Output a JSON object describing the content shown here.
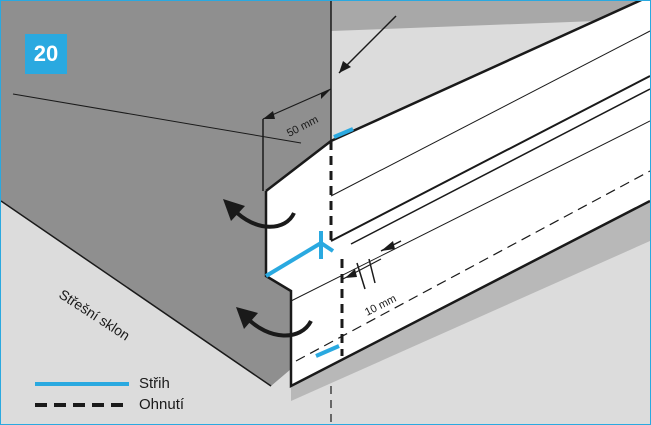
{
  "figure": {
    "step_number": "20",
    "accent_color": "#2aa9e0",
    "roof_color": "#8f8f8f",
    "wall_color": "#dcdcdc"
  },
  "labels": {
    "roof_slope": "Střešní sklon",
    "dim_50": "50 mm",
    "dim_10": "10 mm"
  },
  "legend": {
    "cut": "Střih",
    "fold": "Ohnutí"
  },
  "icons": [
    "fold-arrow-upper-icon",
    "fold-arrow-lower-icon"
  ]
}
